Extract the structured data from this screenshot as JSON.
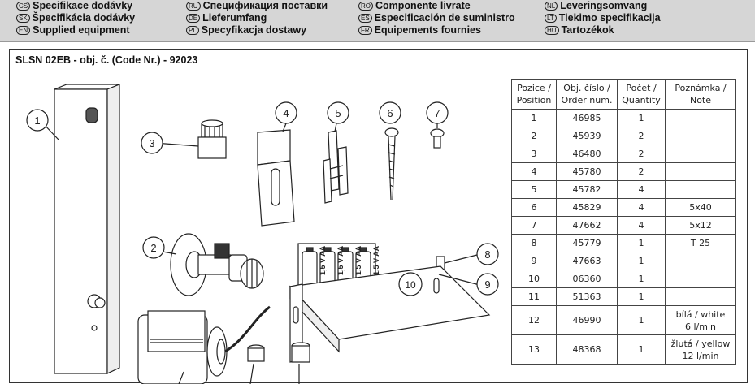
{
  "languages": [
    {
      "code": "CS",
      "text": "Specifikace dodávky"
    },
    {
      "code": "SK",
      "text": "Špecifikácia dodávky"
    },
    {
      "code": "EN",
      "text": "Supplied equipment"
    },
    {
      "code": "RU",
      "text": "Спецификация поставки"
    },
    {
      "code": "DE",
      "text": "Lieferumfang"
    },
    {
      "code": "PL",
      "text": "Specyfikacja dostawy"
    },
    {
      "code": "RO",
      "text": "Componente livrate"
    },
    {
      "code": "ES",
      "text": "Especificación de suministro"
    },
    {
      "code": "FR",
      "text": "Equipements fournies"
    },
    {
      "code": "NL",
      "text": "Leveringsomvang"
    },
    {
      "code": "LT",
      "text": "Tiekimo specifikacija"
    },
    {
      "code": "HU",
      "text": "Tartozékok"
    }
  ],
  "title": "SLSN 02EB - obj. č. (Code Nr.) - 92023",
  "table": {
    "headers": [
      {
        "l1": "Pozice /",
        "l2": "Position"
      },
      {
        "l1": "Obj. číslo /",
        "l2": "Order num."
      },
      {
        "l1": "Počet /",
        "l2": "Quantity"
      },
      {
        "l1": "Poznámka /",
        "l2": "Note"
      }
    ],
    "rows": [
      {
        "pos": "1",
        "order": "46985",
        "qty": "1",
        "note1": "",
        "note2": ""
      },
      {
        "pos": "2",
        "order": "45939",
        "qty": "2",
        "note1": "",
        "note2": ""
      },
      {
        "pos": "3",
        "order": "46480",
        "qty": "2",
        "note1": "",
        "note2": ""
      },
      {
        "pos": "4",
        "order": "45780",
        "qty": "2",
        "note1": "",
        "note2": ""
      },
      {
        "pos": "5",
        "order": "45782",
        "qty": "4",
        "note1": "",
        "note2": ""
      },
      {
        "pos": "6",
        "order": "45829",
        "qty": "4",
        "note1": "5x40",
        "note2": ""
      },
      {
        "pos": "7",
        "order": "47662",
        "qty": "4",
        "note1": "5x12",
        "note2": ""
      },
      {
        "pos": "8",
        "order": "45779",
        "qty": "1",
        "note1": "T 25",
        "note2": ""
      },
      {
        "pos": "9",
        "order": "47663",
        "qty": "1",
        "note1": "",
        "note2": ""
      },
      {
        "pos": "10",
        "order": "06360",
        "qty": "1",
        "note1": "",
        "note2": ""
      },
      {
        "pos": "11",
        "order": "51363",
        "qty": "1",
        "note1": "",
        "note2": ""
      },
      {
        "pos": "12",
        "order": "46990",
        "qty": "1",
        "note1": "bílá / white",
        "note2": "6 l/min"
      },
      {
        "pos": "13",
        "order": "48368",
        "qty": "1",
        "note1": "žlutá / yellow",
        "note2": "12 l/min"
      }
    ]
  },
  "callouts": [
    "1",
    "2",
    "3",
    "4",
    "5",
    "6",
    "7",
    "8",
    "9",
    "10"
  ],
  "battery_label": "1,5 V AA"
}
